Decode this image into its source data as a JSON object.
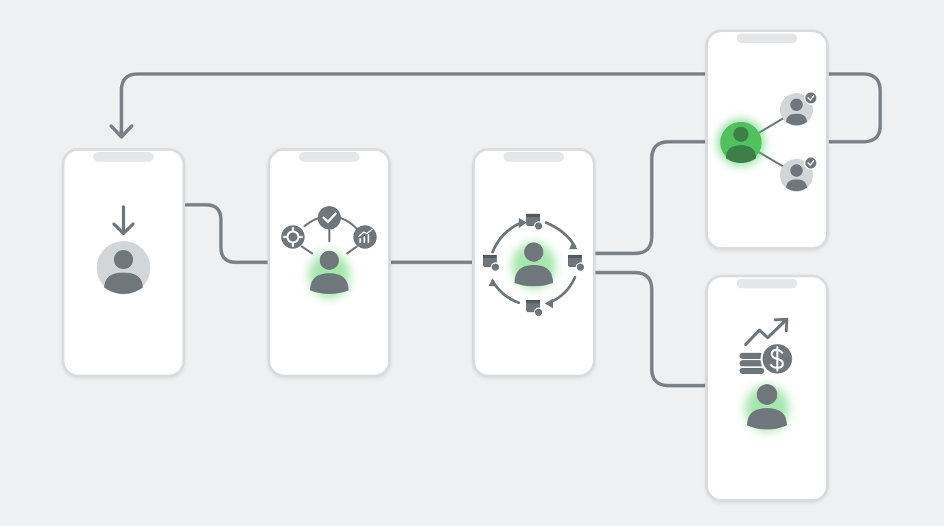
{
  "diagram": {
    "type": "user-lifecycle-flow",
    "screens": [
      {
        "id": "acquisition",
        "icons": [
          "download-arrow-icon",
          "user-icon"
        ],
        "user_active": false
      },
      {
        "id": "onboarding",
        "icons": [
          "gear-icon",
          "checkmark-icon",
          "chart-icon",
          "user-icon"
        ],
        "user_active": true
      },
      {
        "id": "engagement",
        "icons": [
          "calendar-icon",
          "refresh-cycle-icon",
          "user-icon"
        ],
        "user_active": true
      },
      {
        "id": "referral",
        "icons": [
          "user-icon",
          "verified-user-icon",
          "verified-user-icon"
        ],
        "user_active": true
      },
      {
        "id": "revenue",
        "icons": [
          "trend-up-icon",
          "coins-icon",
          "dollar-icon",
          "user-icon"
        ],
        "user_active": true
      }
    ],
    "connections": [
      {
        "from": "acquisition",
        "to": "onboarding"
      },
      {
        "from": "onboarding",
        "to": "engagement"
      },
      {
        "from": "engagement",
        "to": "referral"
      },
      {
        "from": "engagement",
        "to": "revenue"
      },
      {
        "from": "referral",
        "to": "acquisition"
      }
    ],
    "colors": {
      "background": "#eef0f2",
      "screen": "#ffffff",
      "screen_border": "#d9dcdf",
      "connector": "#7a8187",
      "icon": "#6f767c",
      "inactive_avatar_bg": "#d3d6d9",
      "active_glow": "#5bd36a",
      "active_fill": "#3fa84f"
    }
  }
}
